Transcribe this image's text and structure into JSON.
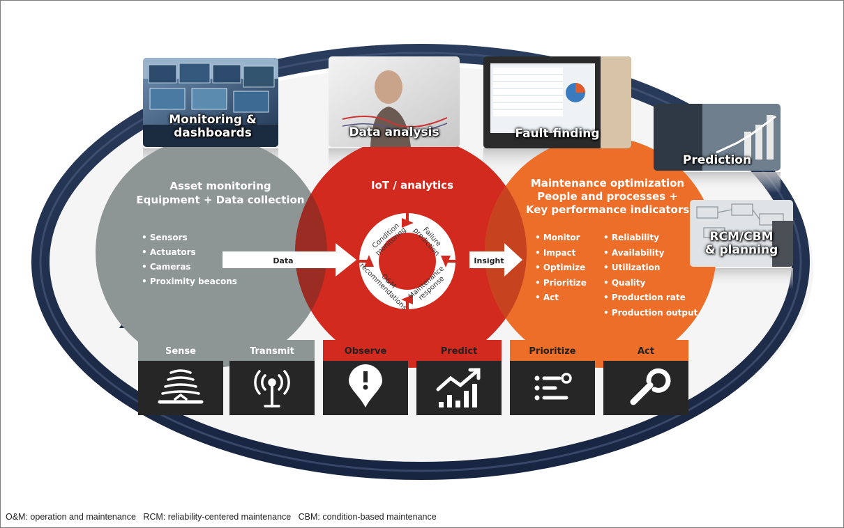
{
  "photos": {
    "monitoring": "Monitoring &\ndashboards",
    "analysis": "Data analysis",
    "fault": "Fault finding",
    "prediction": "Prediction",
    "rcm": "RCM/CBM\n& planning"
  },
  "circles": {
    "asset": {
      "title_line1": "Asset monitoring",
      "title_line2": "Equipment + Data collection",
      "bullets": [
        "• Sensors",
        "• Actuators",
        "• Cameras",
        "• Proximity beacons"
      ]
    },
    "iot": {
      "title": "IoT / analytics",
      "ring": [
        "Condition monitoring",
        "Failure prediction",
        "Maintenance response",
        "O&M recommendations"
      ]
    },
    "maintenance": {
      "title_line1": "Maintenance optimization",
      "title_line2": "People and processes +",
      "title_line3": "Key performance indicators",
      "bullets_left": [
        "• Monitor",
        "• Impact",
        "• Optimize",
        "• Prioritize",
        "• Act"
      ],
      "bullets_right": [
        "• Reliability",
        "• Availability",
        "• Utilization",
        "• Quality",
        "• Production rate",
        "• Production output"
      ]
    }
  },
  "arrows": {
    "data": "Data",
    "insight": "Insight"
  },
  "steps": [
    {
      "label": "Sense",
      "icon": "sense-icon"
    },
    {
      "label": "Transmit",
      "icon": "antenna-icon"
    },
    {
      "label": "Observe",
      "icon": "map-pin-icon"
    },
    {
      "label": "Predict",
      "icon": "trend-chart-icon"
    },
    {
      "label": "Prioritize",
      "icon": "priority-list-icon"
    },
    {
      "label": "Act",
      "icon": "wrench-icon"
    }
  ],
  "colors": {
    "gray": "#8c9594",
    "red": "#d42a1e",
    "orange": "#ec6d27",
    "navy": "#1e2f4c",
    "dark_tile": "#262626"
  },
  "footnote": "O&M: operation and maintenance   RCM: reliability-centered maintenance   CBM: condition-based maintenance"
}
